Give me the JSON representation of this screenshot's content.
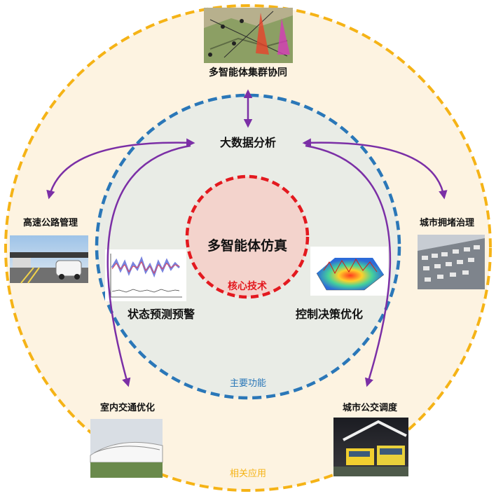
{
  "center": {
    "title": "多智能体仿真",
    "subtitle": "核心技术"
  },
  "main_functions": {
    "ring_label": "主要功能",
    "big_data": "大数据分析",
    "state_warning": "状态预测预警",
    "control_opt": "控制决策优化"
  },
  "applications": {
    "ring_label": "相关应用",
    "top": "多智能体集群协同",
    "highway": "高速公路管理",
    "congestion": "城市拥堵治理",
    "indoor": "室内交通优化",
    "bus": "城市公交调度"
  },
  "colors": {
    "outer_ring": "#f5b316",
    "outer_fill": "#fdf3e1",
    "middle_ring": "#2a77b8",
    "middle_fill": "#e9ece6",
    "core_ring": "#e3191f",
    "core_fill": "#f3d3cc",
    "arrow": "#7b2fa6",
    "blue_label": "#2a77b8",
    "yellow_label": "#f5b316",
    "red_label": "#e3191f"
  }
}
